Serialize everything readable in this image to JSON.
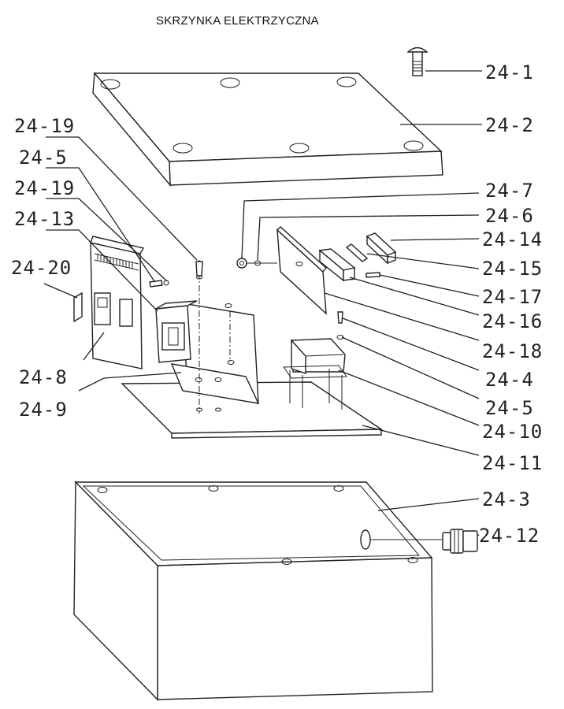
{
  "title": "SKRZYNKA ELEKTRZYCZNA",
  "labels": {
    "l24_1": "24-1",
    "l24_2": "24-2",
    "l24_19a": "24-19",
    "l24_5a": "24-5",
    "l24_19b": "24-19",
    "l24_13": "24-13",
    "l24_20": "24-20",
    "l24_7": "24-7",
    "l24_6": "24-6",
    "l24_14": "24-14",
    "l24_15": "24-15",
    "l24_17": "24-17",
    "l24_16": "24-16",
    "l24_18": "24-18",
    "l24_4": "24-4",
    "l24_5b": "24-5",
    "l24_10": "24-10",
    "l24_11": "24-11",
    "l24_8": "24-8",
    "l24_9": "24-9",
    "l24_3": "24-3",
    "l24_12": "24-12"
  }
}
